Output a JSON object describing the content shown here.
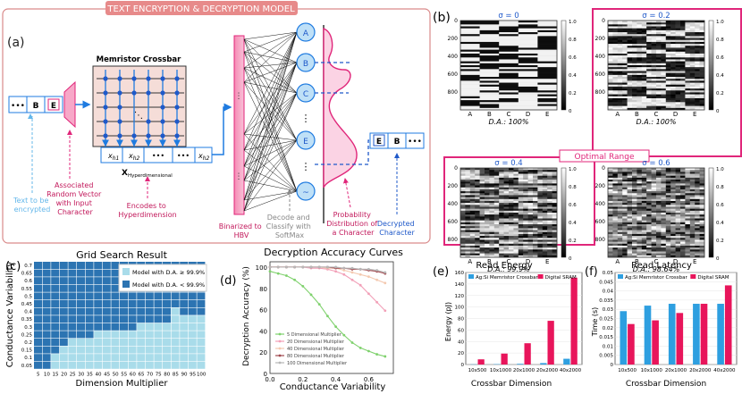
{
  "banner": "TEXT ENCRYPTION & DECRYPTION MODEL",
  "panel_a": {
    "label": "(a)",
    "input_cells": [
      "•••",
      "B",
      "E"
    ],
    "crossbar_title": "Memristor Crossbar",
    "hv_cells": [
      "x",
      "x",
      "•••",
      "•••",
      "x"
    ],
    "hv_subs": [
      "h1",
      "h2",
      "",
      "",
      "h2"
    ],
    "hv_label": "X",
    "hv_label_sub": "Hyperdimensional",
    "neurons": [
      "A",
      "B",
      "C",
      "•••",
      "E",
      "•••",
      "~"
    ],
    "output_cells": [
      "E",
      "B",
      "•••"
    ],
    "captions": {
      "text_to_enc": [
        "Text to be",
        "encrypted"
      ],
      "assoc": [
        "Associated",
        "Random Vector",
        "with Input",
        "Character"
      ],
      "encodes": [
        "Encodes to",
        "Hyperdimension"
      ],
      "binarized": [
        "Binarized to",
        "HBV"
      ],
      "decode": [
        "Decode and",
        "Classify with",
        "SoftMax"
      ],
      "prob": [
        "Probability",
        "Distribution of",
        "a Character"
      ],
      "decrypted": [
        "Decrypted",
        "Character"
      ]
    }
  },
  "panel_b": {
    "label": "(b)",
    "optimal": "Optimal Range",
    "heatmaps": [
      {
        "title": "σ = 0",
        "caption": "D.A.: 100%"
      },
      {
        "title": "σ = 0.2",
        "caption": "D.A.: 100%"
      },
      {
        "title": "σ = 0.4",
        "caption": "D.A.: 99.9%"
      },
      {
        "title": "σ = 0.6",
        "caption": "D.A.: 98.64%"
      }
    ],
    "yticks": [
      "0",
      "200",
      "400",
      "600",
      "800"
    ],
    "xticks": [
      "A",
      "B",
      "C",
      "D",
      "E"
    ],
    "cbar_ticks": [
      "1.0",
      "0.8",
      "0.6",
      "0.4",
      "0.2",
      "0"
    ]
  },
  "panel_c": {
    "label": "(c)",
    "title": "Grid Search Result",
    "ylabel": "Conductance Variability",
    "xlabel": "Dimension Multiplier",
    "legend": [
      "Model with D.A. ≥ 99.9%",
      "Model with D.A. < 99.9%"
    ],
    "colors": {
      "high": "#a9dcea",
      "low": "#2c74b2"
    },
    "xticks": [
      "5",
      "10",
      "15",
      "20",
      "25",
      "30",
      "35",
      "40",
      "45",
      "50",
      "55",
      "60",
      "65",
      "70",
      "75",
      "80",
      "85",
      "90",
      "95",
      "100"
    ],
    "yticks": [
      "0.7",
      "0.65",
      "0.6",
      "0.55",
      "0.5",
      "0.45",
      "0.4",
      "0.35",
      "0.3",
      "0.25",
      "0.2",
      "0.15",
      "0.1",
      "0.05"
    ],
    "chart_data": {
      "type": "heatmap",
      "title": "Grid Search Result",
      "x": [
        5,
        10,
        15,
        20,
        25,
        30,
        35,
        40,
        45,
        50,
        55,
        60,
        65,
        70,
        75,
        80,
        85,
        90,
        95,
        100
      ],
      "y": [
        0.7,
        0.65,
        0.6,
        0.55,
        0.5,
        0.45,
        0.4,
        0.35,
        0.3,
        0.25,
        0.2,
        0.15,
        0.1,
        0.05
      ],
      "threshold_first_high_row": [
        14,
        14,
        12,
        11,
        10,
        10,
        10,
        9,
        9,
        9,
        9,
        9,
        8,
        8,
        8,
        8,
        6,
        7,
        7,
        7
      ]
    }
  },
  "panel_d": {
    "label": "(d)",
    "title": "Decryption Accuracy Curves",
    "ylabel": "Decryption Accuracy (%)",
    "xlabel": "Conductance Variability",
    "xticks": [
      "0.0",
      "0.2",
      "0.4",
      "0.6"
    ],
    "yticks": [
      "0",
      "20",
      "40",
      "60",
      "80",
      "100"
    ],
    "chart_data": {
      "type": "line",
      "x": [
        0.0,
        0.05,
        0.1,
        0.15,
        0.2,
        0.25,
        0.3,
        0.35,
        0.4,
        0.45,
        0.5,
        0.55,
        0.6,
        0.65,
        0.7
      ],
      "xlim": [
        0,
        0.75
      ],
      "ylim": [
        0,
        105
      ],
      "series": [
        {
          "name": "5 Dimensional Multiplier",
          "color": "#7fd16d",
          "values": [
            96,
            94,
            92,
            88,
            82,
            74,
            65,
            54,
            44,
            36,
            29,
            24,
            21,
            18,
            16
          ]
        },
        {
          "name": "20 Dimensional Multiplier",
          "color": "#f2a0b8",
          "values": [
            100,
            100,
            100,
            100,
            100,
            99,
            99,
            98,
            96,
            93,
            88,
            83,
            75,
            67,
            59
          ]
        },
        {
          "name": "40 Dimensional Multiplier",
          "color": "#f4c9b0",
          "values": [
            100,
            100,
            100,
            100,
            100,
            100,
            100,
            99,
            99,
            97,
            95,
            93,
            91,
            88,
            85
          ]
        },
        {
          "name": "80 Dimensional Multiplier",
          "color": "#a0494f",
          "values": [
            100,
            100,
            100,
            100,
            100,
            100,
            100,
            100,
            99,
            99,
            98,
            98,
            97,
            96,
            94
          ]
        },
        {
          "name": "100 Dimensional Multiplier",
          "color": "#b7b7b7",
          "values": [
            100,
            100,
            100,
            100,
            100,
            100,
            100,
            100,
            100,
            99,
            99,
            98,
            98,
            97,
            95
          ]
        }
      ]
    }
  },
  "panel_e": {
    "label": "(e)",
    "title": "Read Energy",
    "ylabel": "Energy (pJ)",
    "xlabel": "Crossbar Dimension",
    "legend": [
      "Ag:Si Memristor Crossbar",
      "Digital SRAM"
    ],
    "yticks": [
      "0",
      "20",
      "40",
      "60",
      "80",
      "100",
      "120",
      "140",
      "160"
    ],
    "chart_data": {
      "type": "bar",
      "categories": [
        "10x500",
        "10x1000",
        "20x1000",
        "20x2000",
        "40x2000"
      ],
      "ylim": [
        0,
        160
      ],
      "series": [
        {
          "name": "Ag:Si Memristor Crossbar",
          "color": "#2e9fe0",
          "values": [
            0.3,
            0.6,
            1.2,
            2.5,
            10
          ]
        },
        {
          "name": "Digital SRAM",
          "color": "#e8155b",
          "values": [
            9,
            19,
            37,
            76,
            151
          ]
        }
      ]
    }
  },
  "panel_f": {
    "label": "(f)",
    "title": "Read Latency",
    "ylabel": "Time (s)",
    "xlabel": "Crossbar Dimension",
    "legend": [
      "Ag:Si Memristor Crossbar",
      "Digital SRAM"
    ],
    "yticks": [
      "0",
      "0.005",
      "0.01",
      "0.015",
      "0.02",
      "0.025",
      "0.03",
      "0.035",
      "0.04",
      "0.045",
      "0.05"
    ],
    "chart_data": {
      "type": "bar",
      "categories": [
        "10x500",
        "10x1000",
        "20x1000",
        "20x2000",
        "40x2000"
      ],
      "ylim": [
        0,
        0.05
      ],
      "series": [
        {
          "name": "Ag:Si Memristor Crossbar",
          "color": "#2e9fe0",
          "values": [
            0.029,
            0.032,
            0.033,
            0.033,
            0.033
          ]
        },
        {
          "name": "Digital SRAM",
          "color": "#e8155b",
          "values": [
            0.022,
            0.024,
            0.028,
            0.033,
            0.043
          ]
        }
      ]
    }
  }
}
